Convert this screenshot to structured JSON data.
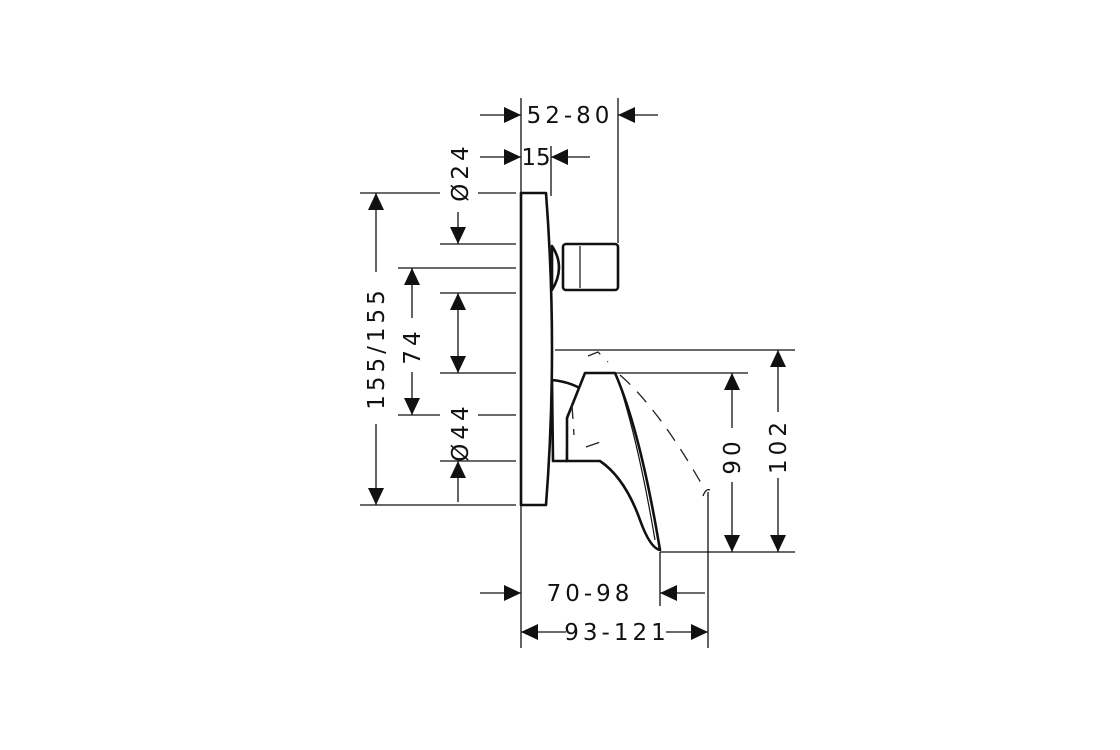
{
  "drawing": {
    "dimensions": {
      "projection_total": "52-80",
      "plate_depth": "15",
      "diameter_small": "Ø24",
      "plate_height": "155/155",
      "center_distance": "74",
      "diameter_large": "Ø44",
      "spout_height_total": "102",
      "spout_height": "90",
      "spout_projection": "70-98",
      "spout_projection_total": "93-121"
    }
  }
}
